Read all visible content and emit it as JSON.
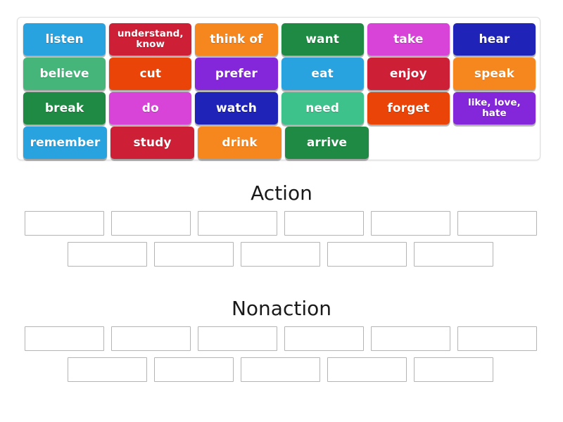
{
  "activity": {
    "type": "drag-and-drop-sorting",
    "tile_bank": {
      "rows": [
        [
          {
            "label": "listen",
            "color": "#29a3e0"
          },
          {
            "label": "understand, know",
            "color": "#cd1f36",
            "two_line": true
          },
          {
            "label": "think of",
            "color": "#f6871f"
          },
          {
            "label": "want",
            "color": "#1e8a43"
          },
          {
            "label": "take",
            "color": "#d844d8"
          },
          {
            "label": "hear",
            "color": "#1f23b8"
          }
        ],
        [
          {
            "label": "believe",
            "color": "#46b57a"
          },
          {
            "label": "cut",
            "color": "#ea4409"
          },
          {
            "label": "prefer",
            "color": "#8426d9"
          },
          {
            "label": "eat",
            "color": "#29a3e0"
          },
          {
            "label": "enjoy",
            "color": "#cd1f36"
          },
          {
            "label": "speak",
            "color": "#f6871f"
          }
        ],
        [
          {
            "label": "break",
            "color": "#1e8a43"
          },
          {
            "label": "do",
            "color": "#d844d8"
          },
          {
            "label": "watch",
            "color": "#1f23b8"
          },
          {
            "label": "need",
            "color": "#3cc28a"
          },
          {
            "label": "forget",
            "color": "#ea4409"
          },
          {
            "label": "like, love, hate",
            "color": "#8426d9",
            "two_line": true
          }
        ],
        [
          {
            "label": "remember",
            "color": "#29a3e0"
          },
          {
            "label": "study",
            "color": "#cd1f36"
          },
          {
            "label": "drink",
            "color": "#f6871f"
          },
          {
            "label": "arrive",
            "color": "#1e8a43"
          }
        ]
      ]
    },
    "categories": [
      {
        "title": "Action",
        "slot_rows": [
          6,
          5
        ]
      },
      {
        "title": "Nonaction",
        "slot_rows": [
          6,
          5
        ]
      }
    ]
  }
}
